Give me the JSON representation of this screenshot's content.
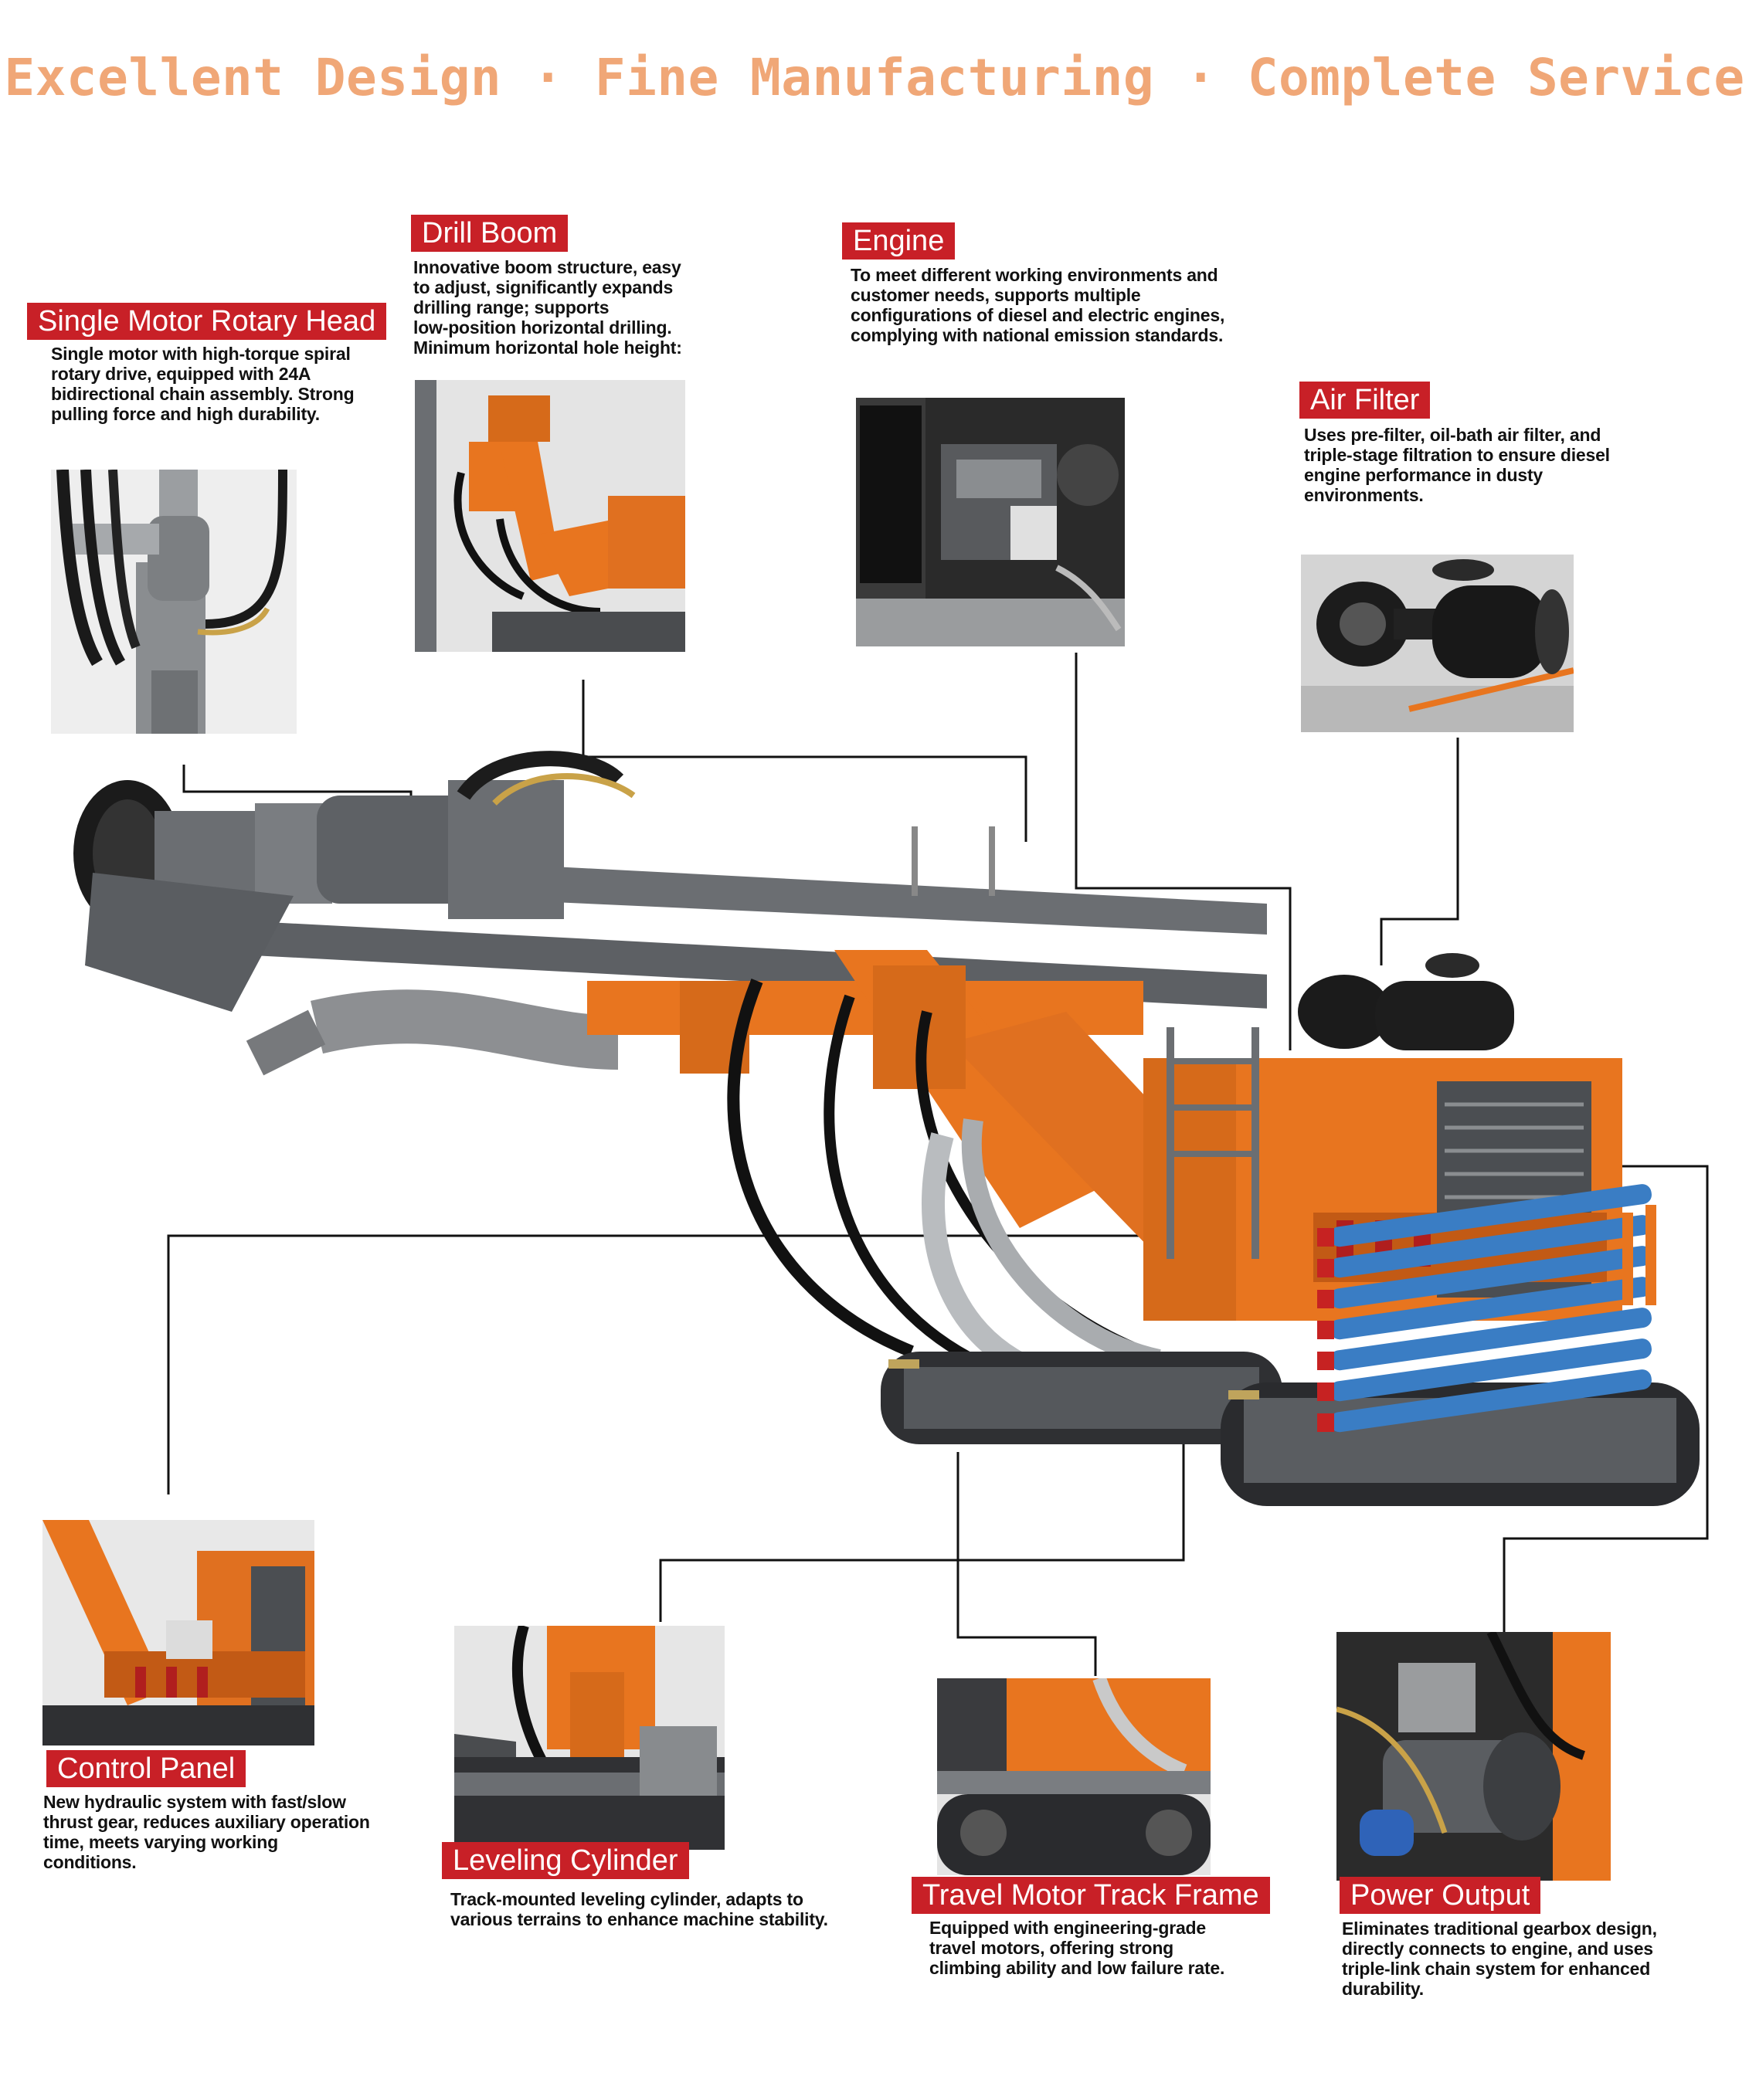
{
  "headline": "Excellent Design · Fine Manufacturing · Complete Service",
  "colors": {
    "headline": "#f0a777",
    "label_bg": "#c82027",
    "machine_orange": "#e8751f",
    "machine_gray": "#6b6e72",
    "rod_blue": "#3a7dc4",
    "line": "#111111"
  },
  "features": {
    "rotary_head": {
      "label": "Single Motor Rotary Head",
      "desc": [
        "Single motor with high-torque spiral",
        "rotary drive, equipped with 24A",
        "bidirectional chain assembly. Strong",
        "pulling force and high durability."
      ]
    },
    "drill_boom": {
      "label": "Drill Boom",
      "desc": [
        "Innovative boom structure, easy",
        "to adjust, significantly expands",
        "drilling range; supports",
        "low-position horizontal drilling.",
        "Minimum horizontal hole height:"
      ]
    },
    "engine": {
      "label": "Engine",
      "desc": [
        "To meet different working environments and",
        "customer needs, supports multiple",
        "configurations of diesel and electric engines,",
        "complying with national emission standards."
      ]
    },
    "air_filter": {
      "label": "Air Filter",
      "desc": [
        "Uses pre-filter, oil-bath air filter, and",
        "triple-stage filtration to ensure diesel",
        "engine performance in dusty",
        "environments."
      ]
    },
    "control_panel": {
      "label": "Control Panel",
      "desc": [
        "New hydraulic system with fast/slow",
        "thrust gear, reduces auxiliary operation",
        "time, meets varying working",
        "conditions."
      ]
    },
    "leveling_cylinder": {
      "label": "Leveling Cylinder",
      "desc": [
        "Track-mounted leveling cylinder, adapts to",
        "various terrains to enhance machine stability."
      ]
    },
    "travel_motor": {
      "label": "Travel Motor Track Frame",
      "desc": [
        "Equipped with engineering-grade",
        "travel motors, offering strong",
        "climbing ability and low failure rate."
      ]
    },
    "power_output": {
      "label": "Power Output",
      "desc": [
        "Eliminates traditional gearbox design,",
        "directly connects to engine, and uses",
        "triple-link chain system for enhanced",
        "durability."
      ]
    }
  }
}
